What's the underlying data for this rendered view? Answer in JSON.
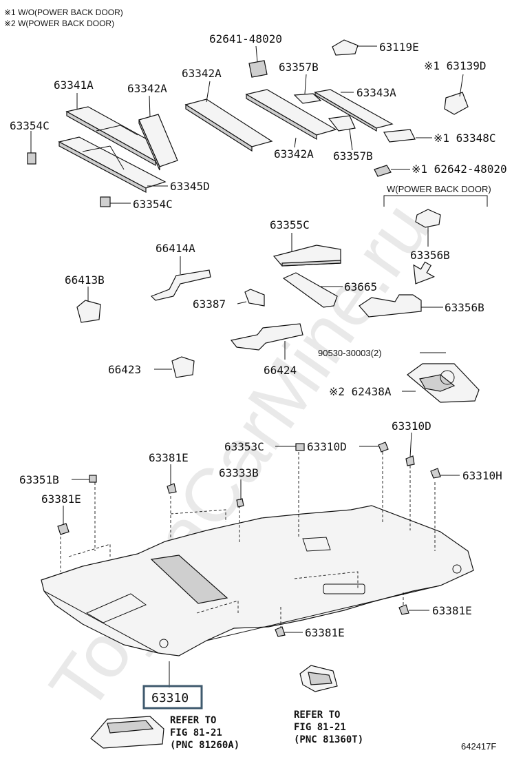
{
  "notes": {
    "note1": "※1 W/O(POWER BACK DOOR)",
    "note2": "※2 W(POWER BACK DOOR)",
    "group_w_power": "W(POWER BACK DOOR)"
  },
  "callouts": {
    "c62641_48020": "62641-48020",
    "c63119E": "63119E",
    "c63139D": "※1 63139D",
    "c63357B_top": "63357B",
    "c63342A_1": "63342A",
    "c63342A_2": "63342A",
    "c63341A": "63341A",
    "c63343A": "63343A",
    "c63354C_1": "63354C",
    "c63348C": "※1 63348C",
    "c63342A_3": "63342A",
    "c63357B_bot": "63357B",
    "c62642_48020": "※1 62642-48020",
    "c63345D": "63345D",
    "c63354C_2": "63354C",
    "c63355C": "63355C",
    "c63356B_1": "63356B",
    "c66414A": "66414A",
    "c66413B": "66413B",
    "c63665": "63665",
    "c63387": "63387",
    "c63356B_2": "63356B",
    "c90530": "90530-30003(2)",
    "c66424": "66424",
    "c66423": "66423",
    "c62438A": "※2 62438A",
    "c63310D_top": "63310D",
    "c63353C": "63353C",
    "c63310D_mid": "63310D",
    "c63381E_1": "63381E",
    "c63351B": "63351B",
    "c63333B": "63333B",
    "c63310H": "63310H",
    "c63381E_2": "63381E",
    "c63381E_3": "63381E",
    "c63381E_4": "63381E",
    "c63310": "63310"
  },
  "refs": {
    "left": [
      "REFER TO",
      "FIG 81-21",
      "(PNC 81260A)"
    ],
    "right": [
      "REFER TO",
      "FIG 81-21",
      "(PNC 81360T)"
    ]
  },
  "figure_code": "642417F",
  "watermark": "ToyotaCarMine.ru"
}
